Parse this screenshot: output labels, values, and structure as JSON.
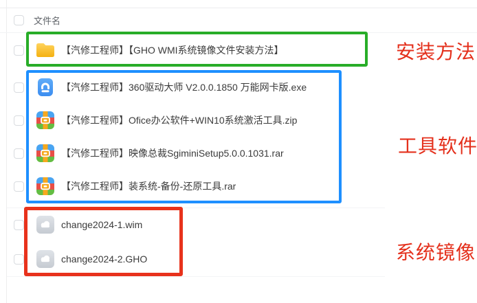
{
  "header": {
    "filename_column": "文件名"
  },
  "files": [
    {
      "name": "【汽修工程师】【GHO WMI系统镜像文件安装方法】",
      "icon": "folder"
    },
    {
      "name": "【汽修工程师】360驱动大师 V2.0.0.1850 万能网卡版.exe",
      "icon": "exe-file"
    },
    {
      "name": "【汽修工程师】Ofice办公软件+WIN10系统激活工具.zip",
      "icon": "archive-file"
    },
    {
      "name": "【汽修工程师】映像总裁SgiminiSetup5.0.0.1031.rar",
      "icon": "archive-file"
    },
    {
      "name": "【汽修工程师】装系统-备份-还原工具.rar",
      "icon": "archive-file"
    },
    {
      "name": "change2024-1.wim",
      "icon": "generic-file"
    },
    {
      "name": "change2024-2.GHO",
      "icon": "generic-file"
    }
  ],
  "annotations": [
    {
      "label": "安装方法",
      "box_color": "#28ad28"
    },
    {
      "label": "工具软件",
      "box_color": "#1e8fff"
    },
    {
      "label": "系统镜像",
      "box_color": "#e8321c"
    }
  ],
  "colors": {
    "annotation_text": "#e4301c",
    "folder_icon": "#f7bb1f",
    "exe_icon": "#4a9cf4",
    "archive_icon_bands": [
      "#4aa4f1",
      "#e84f47",
      "#64bd43"
    ],
    "generic_icon": "#ccd1d7"
  }
}
